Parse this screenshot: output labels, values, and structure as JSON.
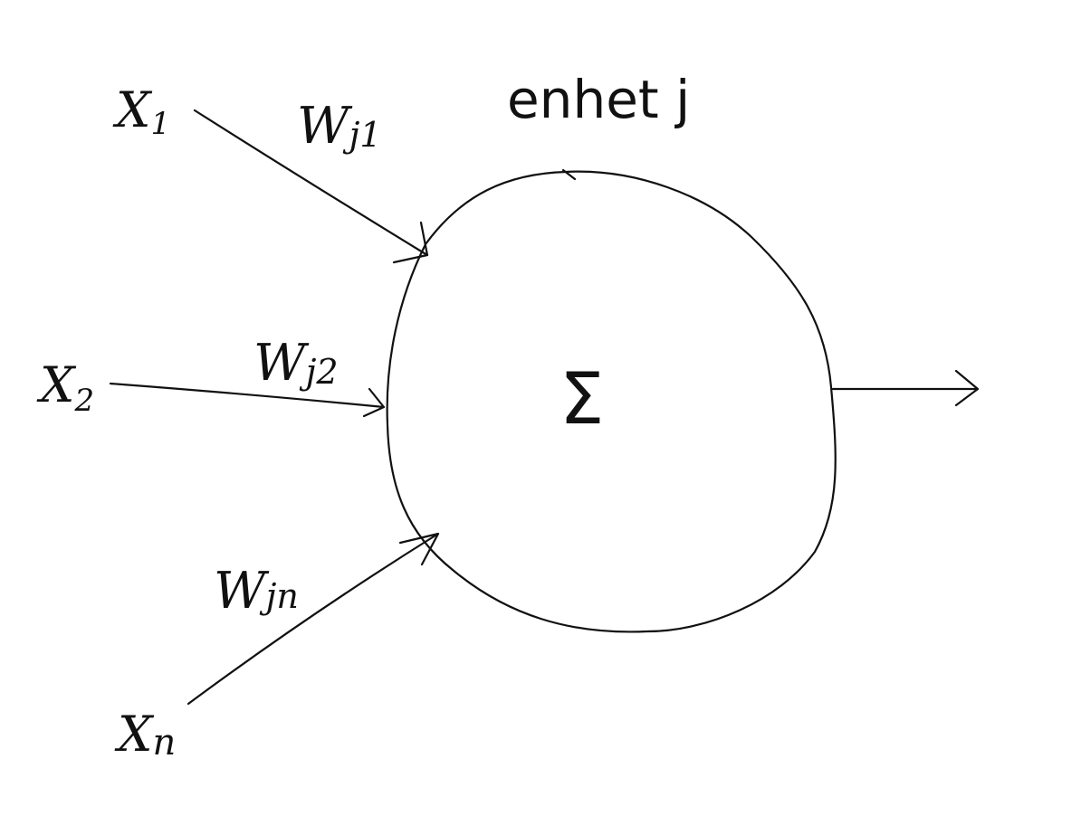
{
  "unit_label": "enhet j",
  "summation_symbol": "Σ",
  "inputs": [
    {
      "name": "X",
      "subscript": "1",
      "weight_main": "W",
      "weight_sub": "j1"
    },
    {
      "name": "X",
      "subscript": "2",
      "weight_main": "W",
      "weight_sub": "j2"
    },
    {
      "name": "X",
      "subscript": "n",
      "weight_main": "W",
      "weight_sub": "jn"
    }
  ]
}
